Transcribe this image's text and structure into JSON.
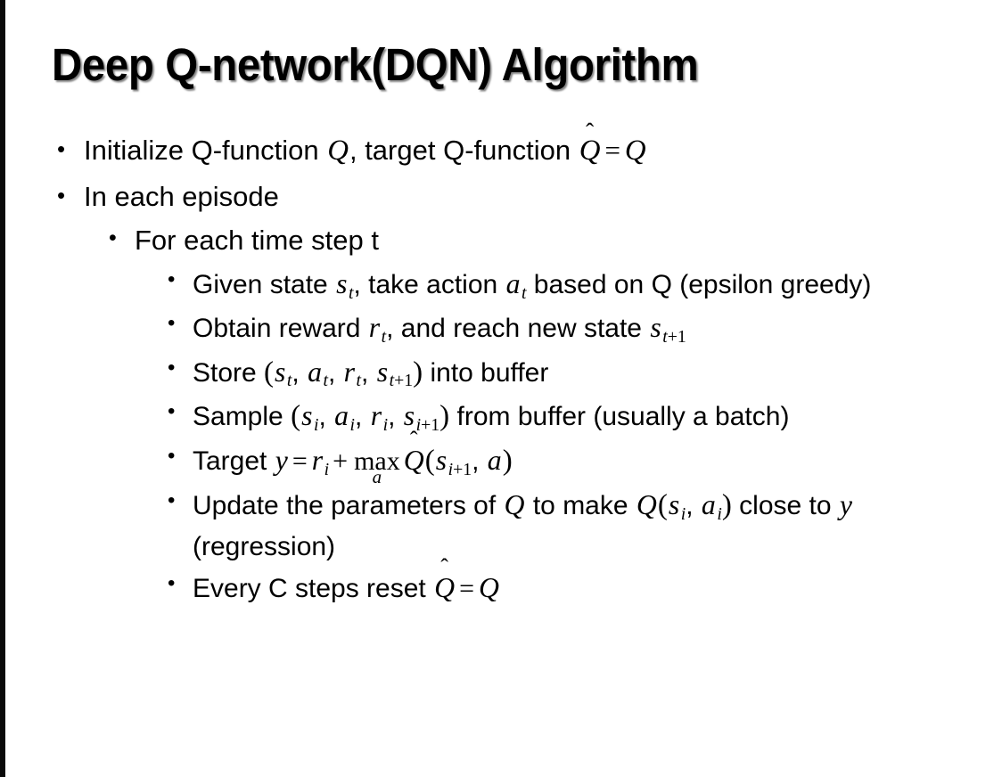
{
  "slide": {
    "title": "Deep Q-network(DQN) Algorithm",
    "background_color": "#ffffff",
    "text_color": "#000000",
    "edge_strip_color": "#0a0a0a"
  },
  "bullets": {
    "marker": "•",
    "level1": [
      {
        "id": "initialize",
        "plain_text": "Initialize Q-function Q, target Q-function Q̂ = Q",
        "segments": {
          "lead": "Initialize Q-function ",
          "var_q": "Q",
          "mid": ", target Q-function ",
          "hat_base": "Q",
          "hat_accent": "̂",
          "equals": "=",
          "var_q2": "Q"
        }
      },
      {
        "id": "in-each-episode",
        "plain_text": "In each episode",
        "segments": {
          "lead": "In each episode"
        }
      }
    ],
    "level2": [
      {
        "id": "for-each-time-step",
        "plain_text": "For each time step t",
        "segments": {
          "lead": "For each time step t"
        }
      }
    ],
    "level3": [
      {
        "id": "given-state",
        "plain_text": "Given state s_t, take action a_t based on Q (epsilon greedy)",
        "segments": {
          "lead": "Given state ",
          "var_s": "s",
          "sub_s": "t",
          "mid1": ", take action ",
          "var_a": "a",
          "sub_a": "t",
          "tail": " based on Q (epsilon greedy)"
        }
      },
      {
        "id": "obtain-reward",
        "plain_text": "Obtain reward r_t, and reach new state s_{t+1}",
        "segments": {
          "lead": "Obtain reward ",
          "var_r": "r",
          "sub_r": "t",
          "mid1": ", and reach new state ",
          "var_s": "s",
          "sub_s_base": "t",
          "sub_s_plus": "+1"
        }
      },
      {
        "id": "store-transition",
        "plain_text": "Store (s_t, a_t, r_t, s_{t+1}) into buffer",
        "segments": {
          "lead": "Store ",
          "open_paren": "(",
          "var_s": "s",
          "sub_t": "t",
          "comma1": ", ",
          "var_a": "a",
          "comma2": ", ",
          "var_r": "r",
          "comma3": ", ",
          "var_s2": "s",
          "sub_t_plus": "+1",
          "close_paren": ")",
          "tail": " into buffer"
        }
      },
      {
        "id": "sample-batch",
        "plain_text": "Sample (s_i, a_i, r_i, s_{i+1}) from buffer (usually a batch)",
        "segments": {
          "lead": "Sample ",
          "open_paren": "(",
          "var_s": "s",
          "sub_i": "i",
          "comma1": ", ",
          "var_a": "a",
          "comma2": ", ",
          "var_r": "r",
          "comma3": ", ",
          "var_s2": "s",
          "sub_i_plus": "+1",
          "close_paren": ")",
          "tail": " from buffer (usually a batch)"
        }
      },
      {
        "id": "target-y",
        "plain_text": "Target y = r_i + max_a Q̂(s_{i+1}, a)",
        "segments": {
          "lead": "Target ",
          "var_y": "y",
          "equals": "=",
          "var_r": "r",
          "sub_i": "i",
          "plus": "+",
          "max_op": "max",
          "max_under": "a",
          "hat_base": "Q",
          "hat_accent": "̂",
          "open_paren": "(",
          "var_s": "s",
          "sub_i_base": "i",
          "sub_i_plus": "+1",
          "comma": ", ",
          "var_a": "a",
          "close_paren": ")"
        }
      },
      {
        "id": "update-parameters",
        "plain_text": "Update the parameters of Q to make Q(s_i, a_i) close to y (regression)",
        "segments": {
          "lead": "Update the parameters of ",
          "var_q": "Q",
          "mid1": " to make ",
          "var_q2": "Q",
          "open_paren": "(",
          "var_s": "s",
          "sub_i": "i",
          "comma": ", ",
          "var_a": "a",
          "close_paren": ")",
          "mid2": " close to ",
          "var_y": "y",
          "tail": " (regression)"
        }
      },
      {
        "id": "reset-target",
        "plain_text": "Every C steps reset Q̂ = Q",
        "segments": {
          "lead": "Every C steps reset ",
          "hat_base": "Q",
          "hat_accent": "̂",
          "equals": "=",
          "var_q": "Q"
        }
      }
    ]
  }
}
